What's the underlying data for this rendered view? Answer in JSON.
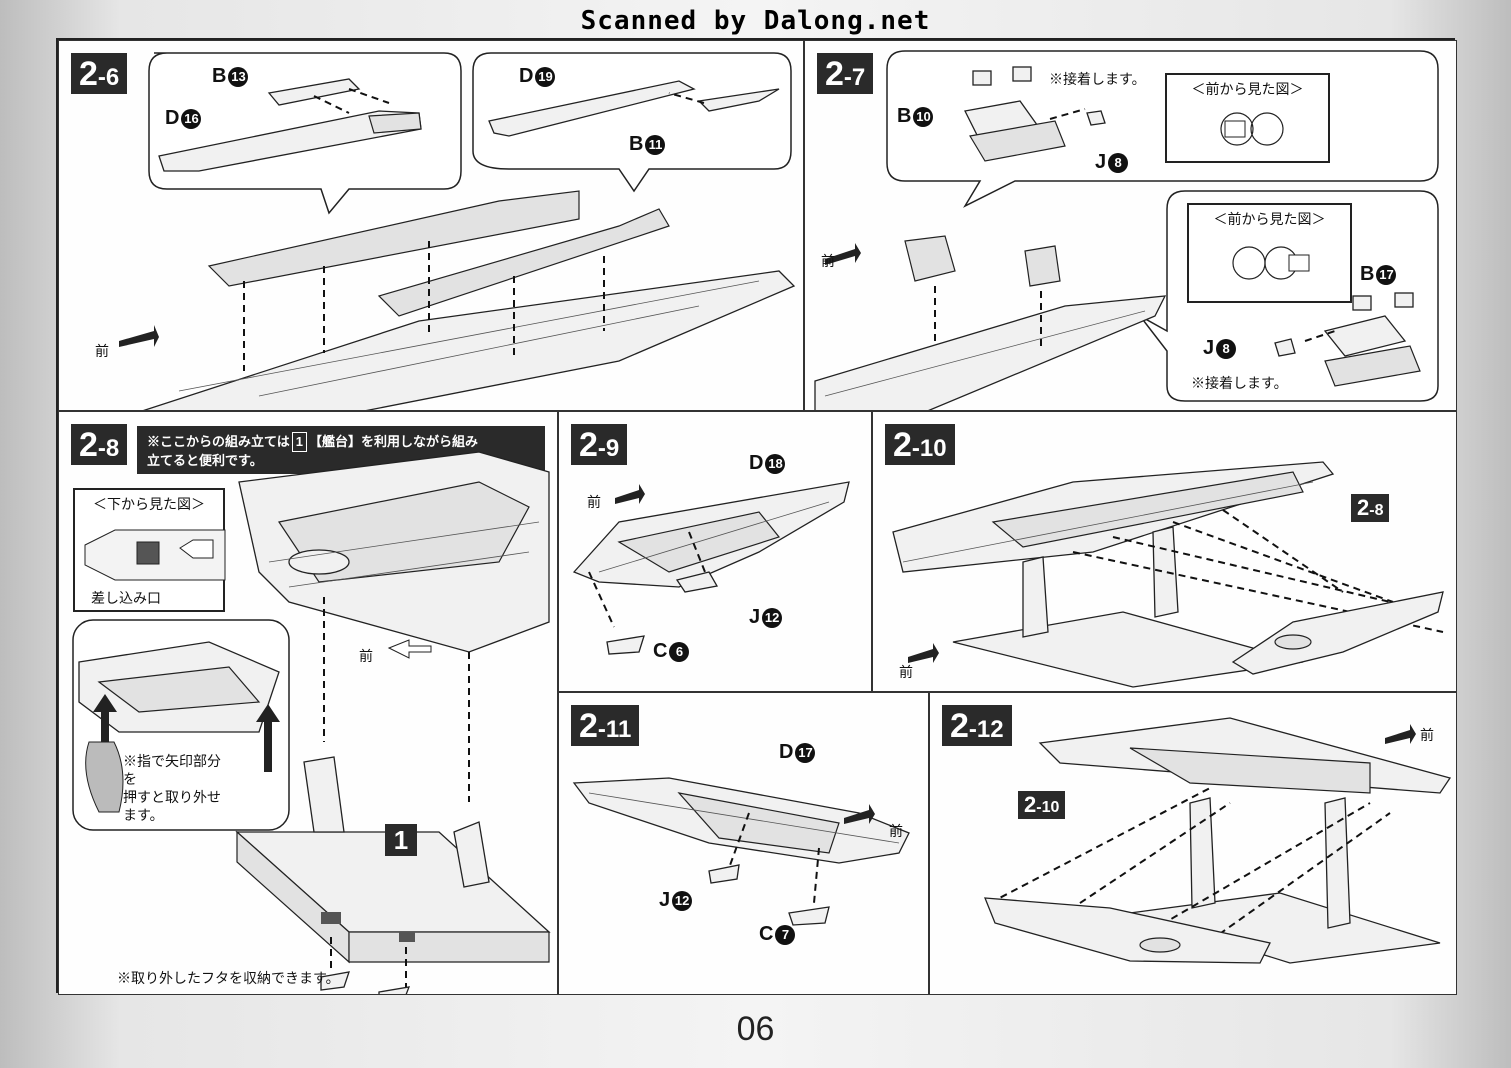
{
  "banner": "Scanned by Dalong.net",
  "page_number": "06",
  "steps": {
    "s2_6": {
      "num": "2",
      "sub": "-6",
      "parts": {
        "b13": {
          "letter": "B",
          "num": "13"
        },
        "d16": {
          "letter": "D",
          "num": "16"
        },
        "d19": {
          "letter": "D",
          "num": "19"
        },
        "b11": {
          "letter": "B",
          "num": "11"
        }
      },
      "front": "前"
    },
    "s2_7": {
      "num": "2",
      "sub": "-7",
      "parts": {
        "b10": {
          "letter": "B",
          "num": "10"
        },
        "j8a": {
          "letter": "J",
          "num": "8"
        },
        "b17": {
          "letter": "B",
          "num": "17"
        },
        "j8b": {
          "letter": "J",
          "num": "8"
        }
      },
      "glue_note_top": "※接着します。",
      "glue_note_bottom": "※接着します。",
      "front_view_top": "＜前から見た図＞",
      "front_view_bottom": "＜前から見た図＞",
      "front": "前"
    },
    "s2_8": {
      "num": "2",
      "sub": "-8",
      "note_pre": "※ここからの組み立ては",
      "note_box": "1",
      "note_post": "【艦台】を利用しながら組み",
      "note_line2": "立てると便利です。",
      "bottom_view": "＜下から見た図＞",
      "insert_label": "差し込み口",
      "finger_note": [
        "※指で矢印部分を",
        "押すと取り外せ",
        "ます。"
      ],
      "stand_number": "1",
      "storage_note": "※取り外したフタを収納できます。",
      "front": "前"
    },
    "s2_9": {
      "num": "2",
      "sub": "-9",
      "parts": {
        "d18": {
          "letter": "D",
          "num": "18"
        },
        "j12": {
          "letter": "J",
          "num": "12"
        },
        "c6": {
          "letter": "C",
          "num": "6"
        }
      },
      "front": "前"
    },
    "s2_10": {
      "num": "2",
      "sub": "-10",
      "ref_num": "2",
      "ref_sub": "-8",
      "front": "前"
    },
    "s2_11": {
      "num": "2",
      "sub": "-11",
      "parts": {
        "d17": {
          "letter": "D",
          "num": "17"
        },
        "j12": {
          "letter": "J",
          "num": "12"
        },
        "c7": {
          "letter": "C",
          "num": "7"
        }
      },
      "front": "前"
    },
    "s2_12": {
      "num": "2",
      "sub": "-12",
      "ref_num": "2",
      "ref_sub": "-10",
      "front": "前"
    }
  }
}
